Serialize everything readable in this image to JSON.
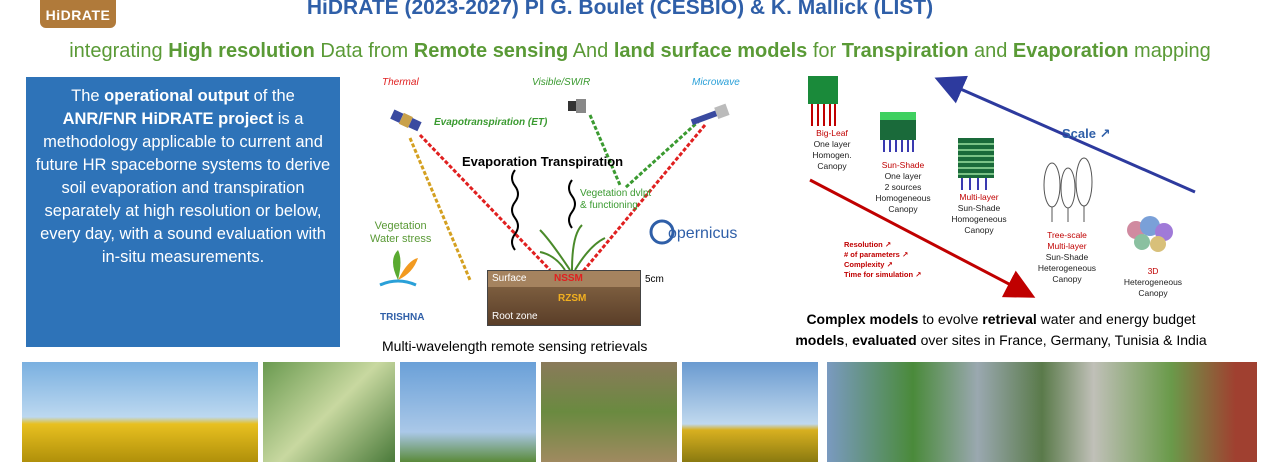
{
  "header": {
    "logo_text": "HiDRATE",
    "title": "HiDRATE (2023-2027) PI G. Boulet (CESBIO) & K. Mallick (LIST)",
    "subtitle_parts": [
      {
        "text": "integrating ",
        "bold": false
      },
      {
        "text": "High resolution",
        "bold": true
      },
      {
        "text": " Data from ",
        "bold": false
      },
      {
        "text": "Remote sensing",
        "bold": true
      },
      {
        "text": " And ",
        "bold": false
      },
      {
        "text": "land surface models",
        "bold": true
      },
      {
        "text": " for ",
        "bold": false
      },
      {
        "text": "Transpiration",
        "bold": true
      },
      {
        "text": " and ",
        "bold": false
      },
      {
        "text": "Evaporation",
        "bold": true
      },
      {
        "text": " mapping",
        "bold": false
      }
    ]
  },
  "summary": {
    "t1": "The ",
    "b1": "operational output",
    "t2": " of the ",
    "b2": "ANR/FNR HiDRATE project",
    "t3": " is a methodology applicable to current and future HR spaceborne systems to derive soil evaporation and  transpiration separately at high resolution or below, every day, with a sound evaluation with in-situ measurements."
  },
  "remote_sensing": {
    "thermal": "Thermal",
    "visible": "Visible/SWIR",
    "microwave": "Microwave",
    "et": "Evapotranspiration (ET)",
    "evap_transp": "Evaporation Transpiration",
    "veg_dvlpt": "Vegetation dvlpt\n& functioning",
    "veg_stress": "Vegetation\nWater stress",
    "copernicus": "opernicus",
    "trishna": "TRISHNA",
    "surface": "Surface",
    "nssm": "NSSM",
    "rzsm": "RZSM",
    "root_zone": "Root zone",
    "depth": "5cm",
    "caption": "Multi-wavelength remote sensing retrievals"
  },
  "models": {
    "scale": "Scale ↗",
    "big_leaf": {
      "name": "Big-Leaf",
      "desc": "One layer\nHomogen.\nCanopy"
    },
    "sun_shade": {
      "name": "Sun-Shade",
      "desc": "One layer\n2 sources\nHomogeneous\nCanopy"
    },
    "multi_layer": {
      "name": "Multi-layer",
      "desc": "Sun-Shade\nHomogeneous\nCanopy"
    },
    "tree_scale": {
      "name": "Tree-scale\nMulti-layer",
      "desc": "Sun-Shade\nHeterogeneous\nCanopy"
    },
    "three_d": {
      "name": "3D",
      "desc": "Heterogeneous\nCanopy"
    },
    "arrows": [
      "Resolution ↗",
      "# of parameters ↗",
      "Complexity ↗",
      "Time for simulation ↗"
    ],
    "caption_parts": [
      {
        "text": "Complex models",
        "bold": true
      },
      {
        "text": " to evolve ",
        "bold": false
      },
      {
        "text": "retrieval",
        "bold": true
      },
      {
        "text": " water and energy budget",
        "bold": false
      }
    ],
    "caption_parts_2": [
      {
        "text": "models",
        "bold": true
      },
      {
        "text": ", ",
        "bold": false
      },
      {
        "text": "evaluated",
        "bold": true
      },
      {
        "text": " over sites in France, Germany, Tunisia & India",
        "bold": false
      }
    ]
  },
  "colors": {
    "title_blue": "#2f5fa8",
    "subtitle_green": "#5a9a36",
    "box_blue": "#2e73b8",
    "red_arrow": "#c00000",
    "blue_arrow": "#2d3a9e"
  }
}
